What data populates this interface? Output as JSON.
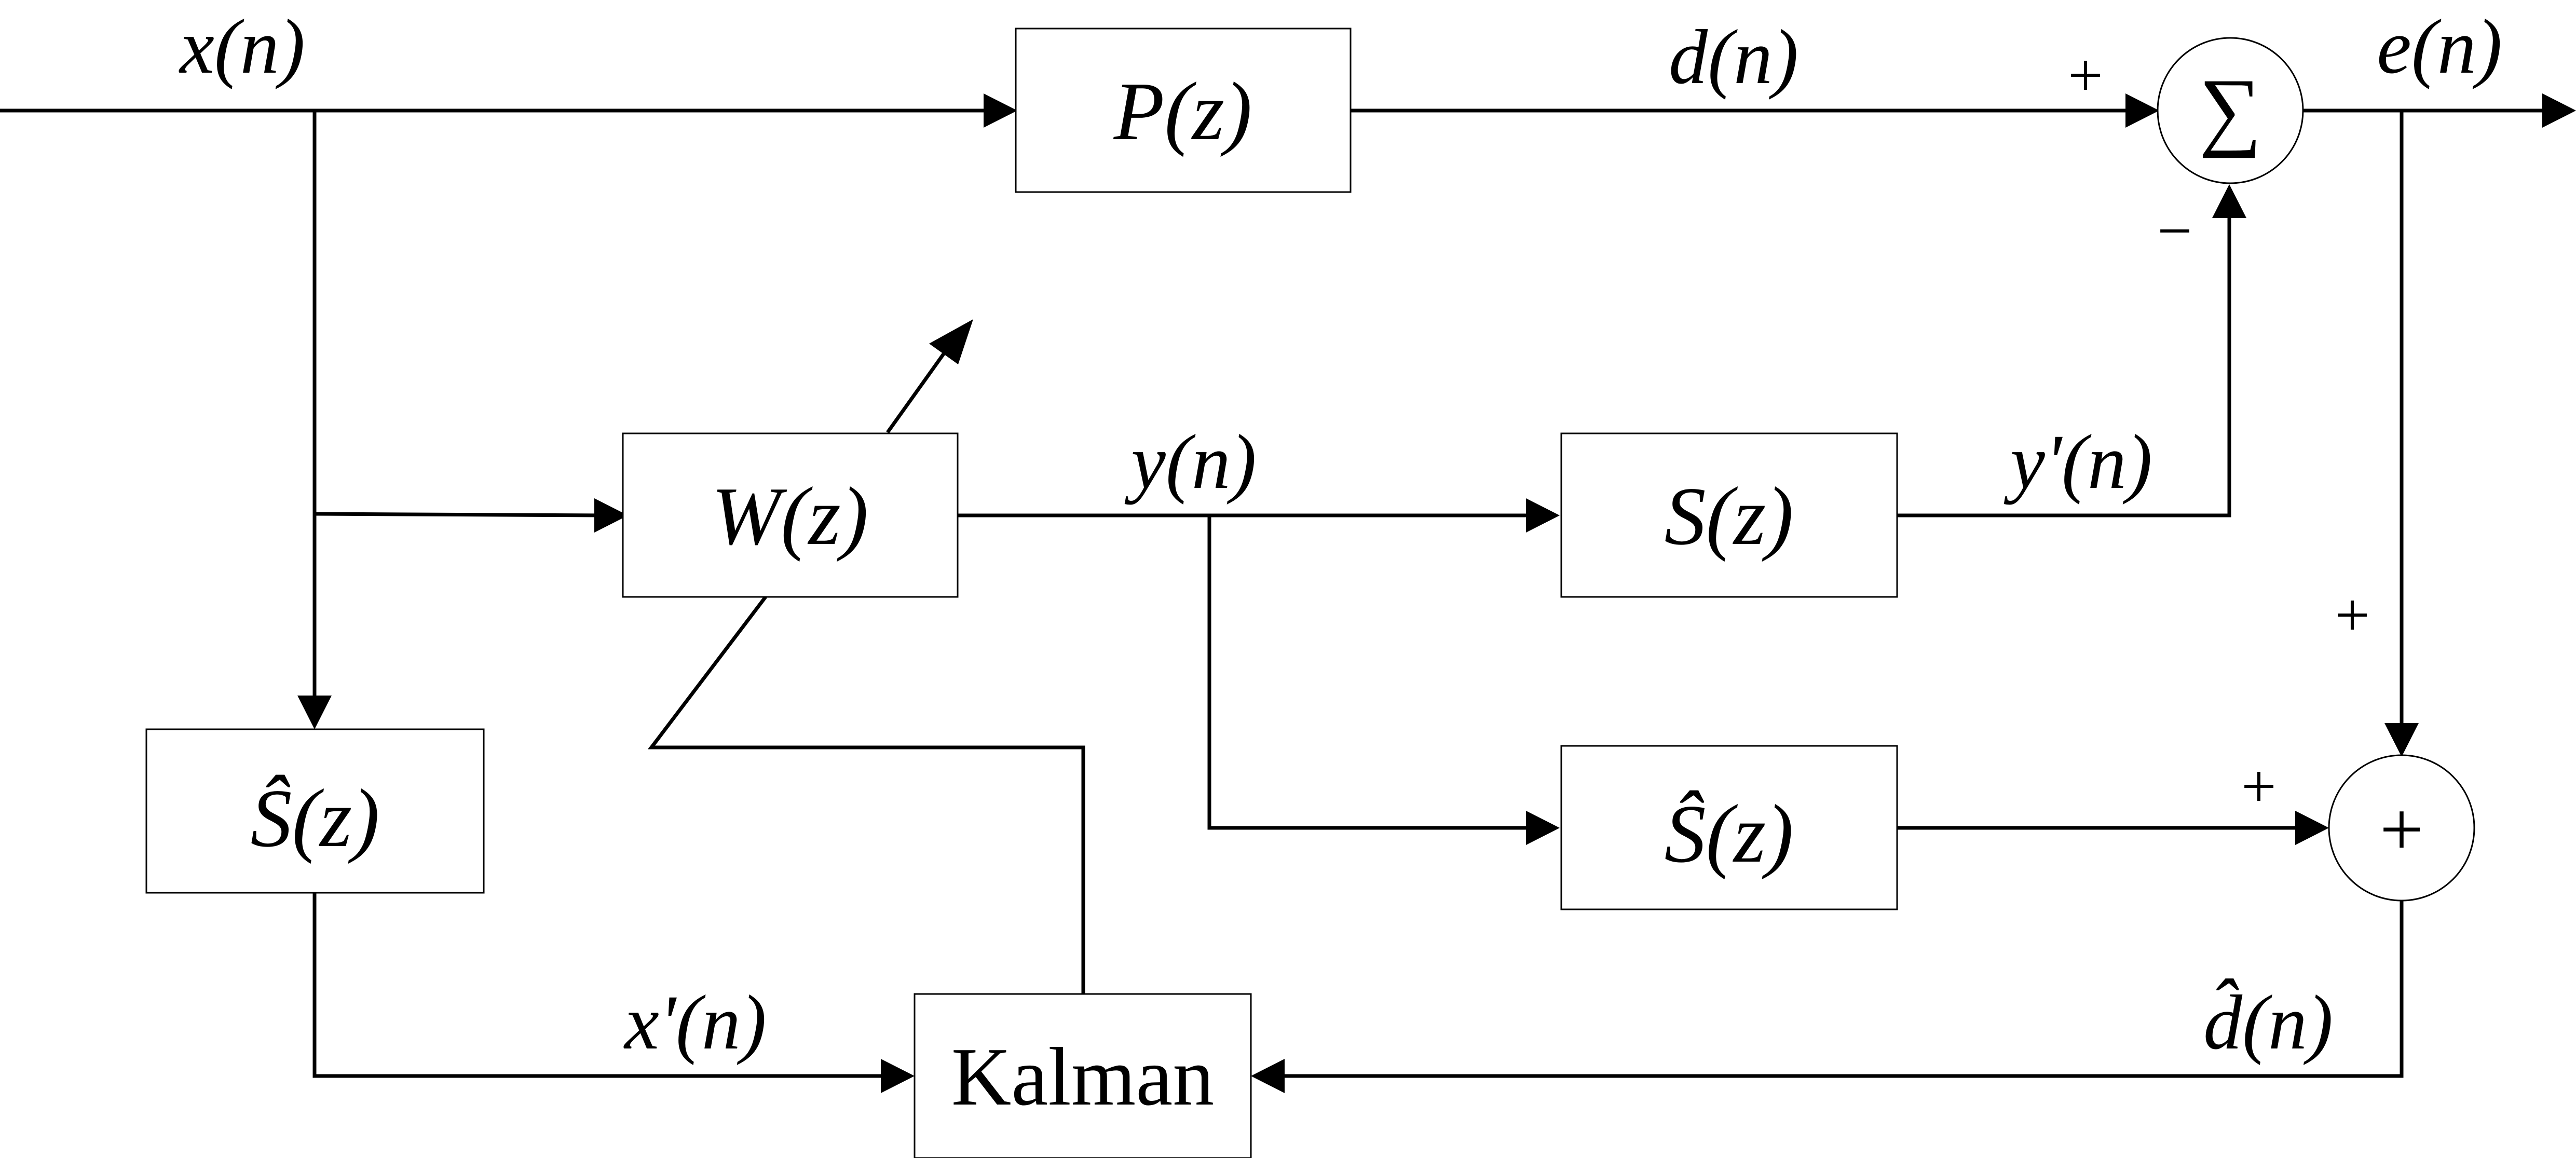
{
  "blocks": {
    "p": "P(z)",
    "w": "W(z)",
    "s": "S(z)",
    "s_hat_left": "Ŝ(z)",
    "s_hat_right": "Ŝ(z)",
    "kalman": "Kalman"
  },
  "signals": {
    "x": "x(n)",
    "d": "d(n)",
    "e": "e(n)",
    "y": "y(n)",
    "y_prime": "y'(n)",
    "x_prime": "x'(n)",
    "d_hat": "d̂(n)"
  },
  "junctions": {
    "sum_symbol": "∑",
    "adder_symbol": "+"
  },
  "signs": {
    "sum_plus": "+",
    "sum_minus": "−",
    "adder_top_plus": "+",
    "adder_left_plus": "+"
  }
}
